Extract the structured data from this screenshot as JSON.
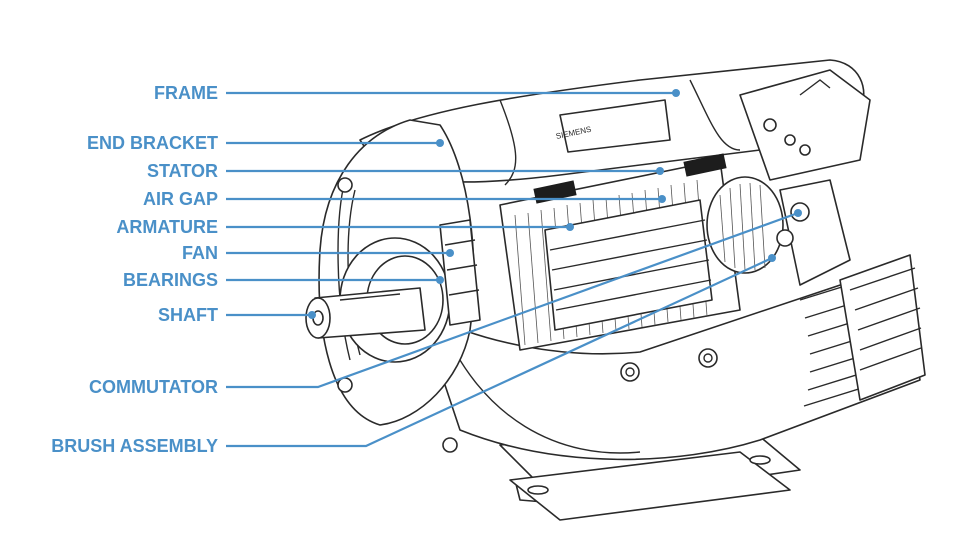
{
  "labels": [
    {
      "id": "frame",
      "text": "FRAME"
    },
    {
      "id": "end_bracket",
      "text": "END BRACKET"
    },
    {
      "id": "stator",
      "text": "STATOR"
    },
    {
      "id": "air_gap",
      "text": "AIR GAP"
    },
    {
      "id": "armature",
      "text": "ARMATURE"
    },
    {
      "id": "fan",
      "text": "FAN"
    },
    {
      "id": "bearings",
      "text": "BEARINGS"
    },
    {
      "id": "shaft",
      "text": "SHAFT"
    },
    {
      "id": "commutator",
      "text": "COMMUTATOR"
    },
    {
      "id": "brush_assembly",
      "text": "BRUSH ASSEMBLY"
    }
  ],
  "nameplate": "SIEMENS",
  "colors": {
    "label": "#4a90c8",
    "ink": "#2a2a2a",
    "background": "#ffffff"
  }
}
